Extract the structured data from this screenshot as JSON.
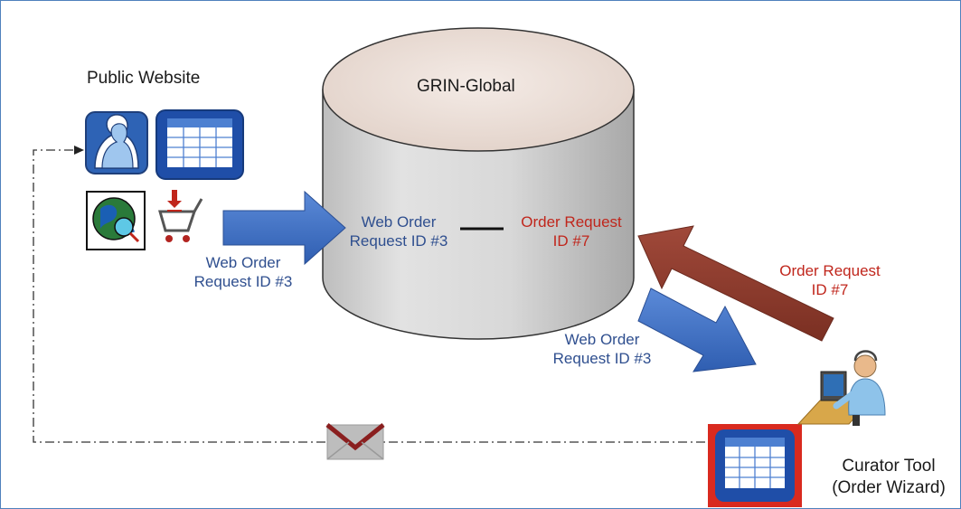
{
  "diagram": {
    "public_website_title": "Public Website",
    "database_title": "GRIN-Global",
    "db_web_order": [
      "Web Order",
      "Request ID #3"
    ],
    "db_order_request": [
      "Order Request",
      "ID #7"
    ],
    "web_order_left": [
      "Web Order",
      "Request ID #3"
    ],
    "order_request_right": [
      "Order Request",
      "ID #7"
    ],
    "web_order_right": [
      "Web Order",
      "Request ID #3"
    ],
    "curator_tool": [
      "Curator Tool",
      "(Order Wizard)"
    ]
  },
  "colors": {
    "frame": "#4f81bd",
    "blue_arrow": "#3f6fc2",
    "red_arrow": "#8e3b2c",
    "blue_text": "#2f4f8f",
    "red_text": "#c0261c",
    "cylinder_top": "#efe3dc",
    "cylinder_body": "#d6d6d6"
  },
  "icons": [
    "people-icon",
    "calendar-grid-icon",
    "globe-search-icon",
    "shopping-cart-icon",
    "envelope-icon",
    "curator-person-icon",
    "calendar-grid-red-icon"
  ]
}
